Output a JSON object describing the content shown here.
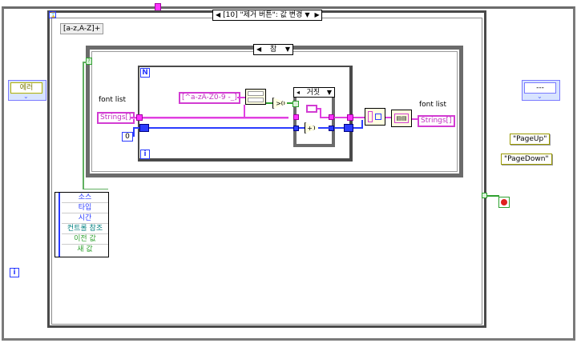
{
  "outer_case": {
    "selector_label": "[10] \"제거 버튼\": 값 변경",
    "left_arrow": "◀",
    "right_arrow": "▶",
    "down_arrow": "▼"
  },
  "left_tunnel_label": "에러",
  "inner_case": {
    "selector_label": "참",
    "left_arrow": "◀",
    "down_arrow": "▼"
  },
  "regex_note": "[a-z,A-Z]+",
  "for_loop": {
    "n_label": "N",
    "i_label": "i"
  },
  "font_list_in": {
    "label": "font list",
    "terminal": "Strings[]"
  },
  "font_list_out": {
    "label": "font list",
    "terminal": "Strings[]"
  },
  "zero_const": "0",
  "regex_const": "[^a-zA-Z0-9 -_]",
  "gt_zero": ">0",
  "false_case": {
    "selector_label": "거짓",
    "down_arrow": "▼"
  },
  "event_data": {
    "items": [
      "소스",
      "타입",
      "시간",
      "컨트롤 참조",
      "이전 값",
      "새 값"
    ]
  },
  "right_tunnel_label": "---",
  "page_up_const": "\"PageUp\"",
  "page_down_const": "\"PageDown\"",
  "loop_i_label": "i",
  "colors": {
    "string_wire": "#e040e0",
    "numeric_wire": "#2b3cff",
    "boolean_wire": "#2fa12f",
    "frame_border": "#4a4a4a"
  }
}
